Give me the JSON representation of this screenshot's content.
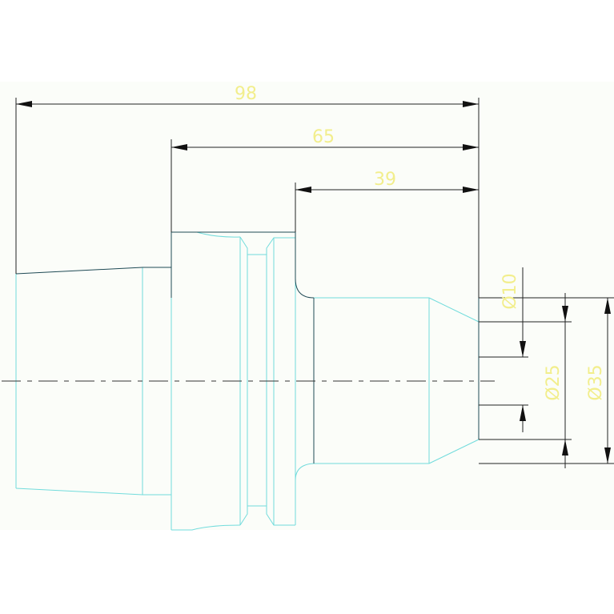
{
  "colors": {
    "background": "#ffffff",
    "sheet": "#fbfdf9",
    "outline": "#1f4a55",
    "part_edge": "#72dcdc",
    "dimension_line": "#222222",
    "dimension_text": "#f2ee8c",
    "center_line": "#333333"
  },
  "dimensions": {
    "length_overall": "98",
    "length_mid": "65",
    "length_short": "39",
    "dia_small": "Ø10",
    "dia_mid": "Ø25",
    "dia_large": "Ø35"
  }
}
